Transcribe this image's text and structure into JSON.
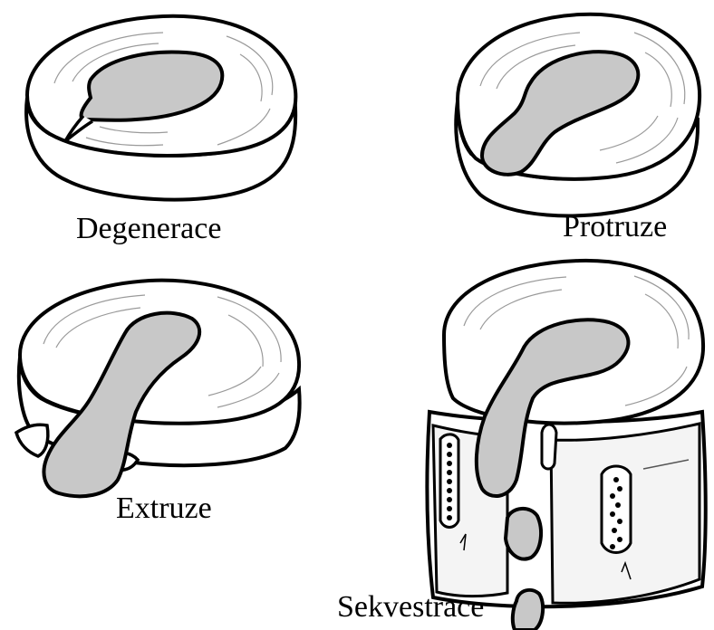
{
  "labels": {
    "degeneration": "Degenerace",
    "protrusion": "Protruze",
    "extrusion": "Extruze",
    "sequestration": "Sekvestrace"
  },
  "colors": {
    "outline": "#000000",
    "nucleus_fill": "#c8c8c8",
    "disc_fill": "#ffffff",
    "texture_line": "#9a9a9a"
  }
}
